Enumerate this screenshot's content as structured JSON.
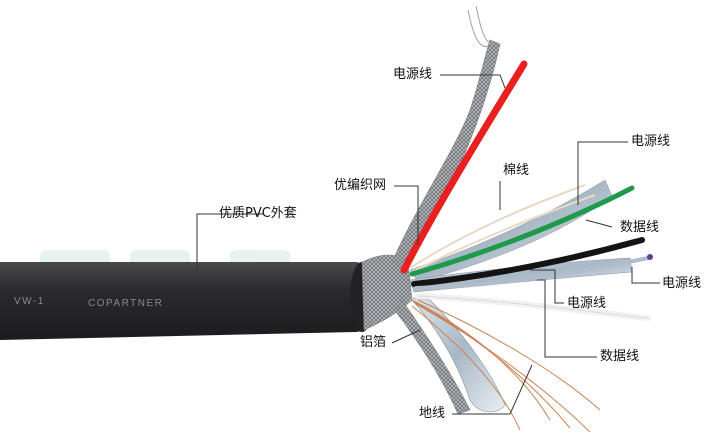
{
  "labels": {
    "power_line_top": "电源线",
    "braid_shield": "优编织网",
    "pvc_jacket": "优质PVC外套",
    "cotton_thread": "棉线",
    "power_line_green": "电源线",
    "data_line_right": "数据线",
    "power_line_right": "电源线",
    "power_line_lower": "电源线",
    "data_line_lower": "数据线",
    "aluminum_foil": "铝箔",
    "ground_wire": "地线"
  },
  "cable_print": {
    "text_1": "VW-1",
    "text_2": "COPARTNER"
  },
  "colors": {
    "jacket": "#2b2b2d",
    "red_wire": "#e8201f",
    "green_wire": "#1f9a4a",
    "black_wire": "#141414",
    "white_wire": "#f1f1f1",
    "copper": "#c98255",
    "foil": "#a9b8c6",
    "leader_line": "#333333"
  }
}
